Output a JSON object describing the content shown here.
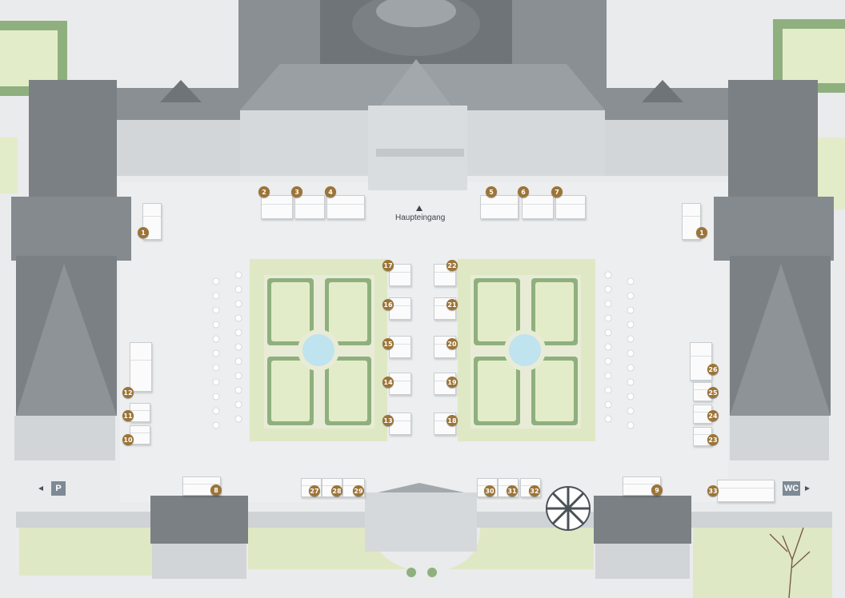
{
  "map": {
    "entrance_label": "Haupteingang",
    "parking_label": "P",
    "wc_label": "WC",
    "colors": {
      "marker": "#9c7438",
      "roof": "#7b8085",
      "facade": "#cfd3d5",
      "lawn": "#dfe8c4",
      "hedge": "#8fb07e",
      "ground": "#e9ebec",
      "fountain": "#bfe3ef",
      "sign": "#7d8a96"
    },
    "markers": [
      {
        "label": "1"
      },
      {
        "label": "1"
      },
      {
        "label": "2"
      },
      {
        "label": "3"
      },
      {
        "label": "4"
      },
      {
        "label": "5"
      },
      {
        "label": "6"
      },
      {
        "label": "7"
      },
      {
        "label": "8"
      },
      {
        "label": "9"
      },
      {
        "label": "10"
      },
      {
        "label": "11"
      },
      {
        "label": "12"
      },
      {
        "label": "13"
      },
      {
        "label": "14"
      },
      {
        "label": "15"
      },
      {
        "label": "16"
      },
      {
        "label": "17"
      },
      {
        "label": "18"
      },
      {
        "label": "19"
      },
      {
        "label": "20"
      },
      {
        "label": "21"
      },
      {
        "label": "22"
      },
      {
        "label": "23"
      },
      {
        "label": "24"
      },
      {
        "label": "25"
      },
      {
        "label": "26"
      },
      {
        "label": "27"
      },
      {
        "label": "28"
      },
      {
        "label": "29"
      },
      {
        "label": "30"
      },
      {
        "label": "31"
      },
      {
        "label": "32"
      },
      {
        "label": "33"
      }
    ]
  }
}
